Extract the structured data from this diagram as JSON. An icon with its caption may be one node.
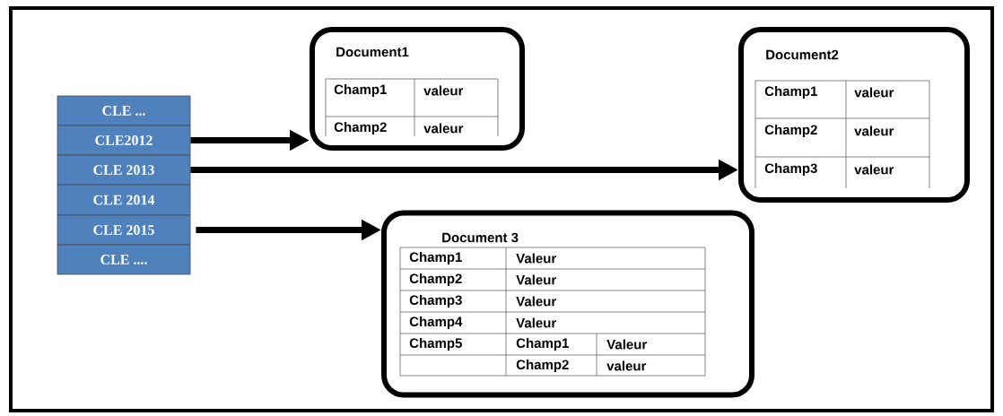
{
  "diagram": {
    "nodes": [
      {
        "text": [
          "CLE ..."
        ]
      },
      {
        "text": [
          "CLE2012"
        ]
      },
      {
        "text": [
          "CLE 2013"
        ]
      },
      {
        "text": [
          "CLE 2014"
        ]
      },
      {
        "text": [
          "CLE 2015"
        ]
      },
      {
        "text": [
          "CLE ...."
        ]
      },
      {
        "text": [
          "Document1",
          "Champ1",
          "valeur",
          "Champ2",
          "valeur"
        ]
      },
      {
        "text": [
          "Document2",
          "Champ1",
          "valeur",
          "Champ2",
          "valeur",
          "Champ3",
          "valeur"
        ]
      },
      {
        "text": [
          "Document 3",
          "Champ1",
          "Valeur",
          "Champ2",
          "Valeur",
          "Champ3",
          "Valeur",
          "Champ4",
          "Valeur",
          "Champ5",
          "Champ1",
          "Valeur",
          "Champ2",
          "valeur"
        ]
      }
    ],
    "edges": [
      {
        "from": 1,
        "to": 6,
        "arrow": "to"
      },
      {
        "from": 2,
        "to": 7,
        "arrow": "to"
      },
      {
        "from": 4,
        "to": 8,
        "arrow": "to"
      }
    ]
  }
}
